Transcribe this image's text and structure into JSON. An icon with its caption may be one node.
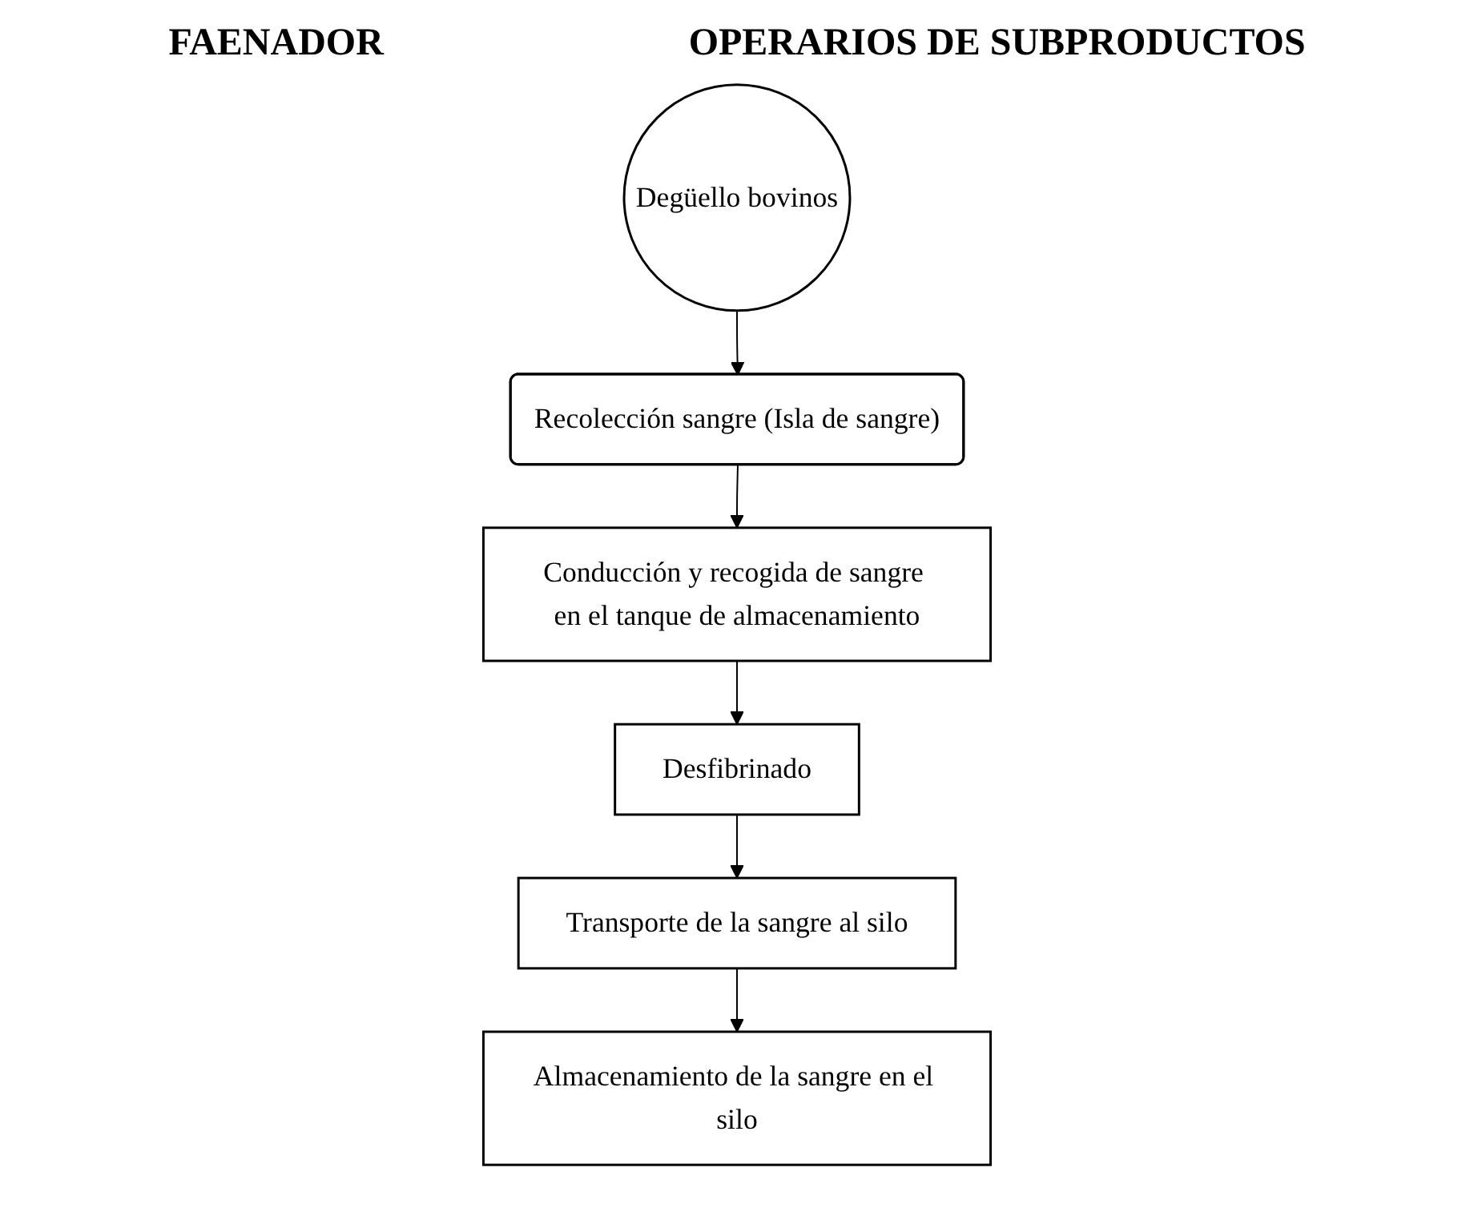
{
  "diagram": {
    "nodes": [
      {
        "text": [
          "Degüello bovinos"
        ]
      },
      {
        "text": [
          "Recolección sangre (Isla de sangre)"
        ]
      },
      {
        "text": [
          "Conducción y recogida de sangre en el tanque de almacenamiento"
        ]
      },
      {
        "text": [
          "Desfibrinado"
        ]
      },
      {
        "text": [
          "Transporte de la sangre al silo"
        ]
      },
      {
        "text": [
          "Almacenamiento de la sangre en el silo"
        ]
      }
    ],
    "edges": [
      {
        "from": 0,
        "to": 1,
        "arrow": "to"
      },
      {
        "from": 1,
        "to": 2,
        "arrow": "to"
      },
      {
        "from": 2,
        "to": 3,
        "arrow": "to"
      },
      {
        "from": 3,
        "to": 4,
        "arrow": "to"
      },
      {
        "from": 4,
        "to": 5,
        "arrow": "to"
      }
    ],
    "labels": [
      "FAENADOR",
      "OPERARIOS DE SUBPRODUCTOS"
    ]
  }
}
